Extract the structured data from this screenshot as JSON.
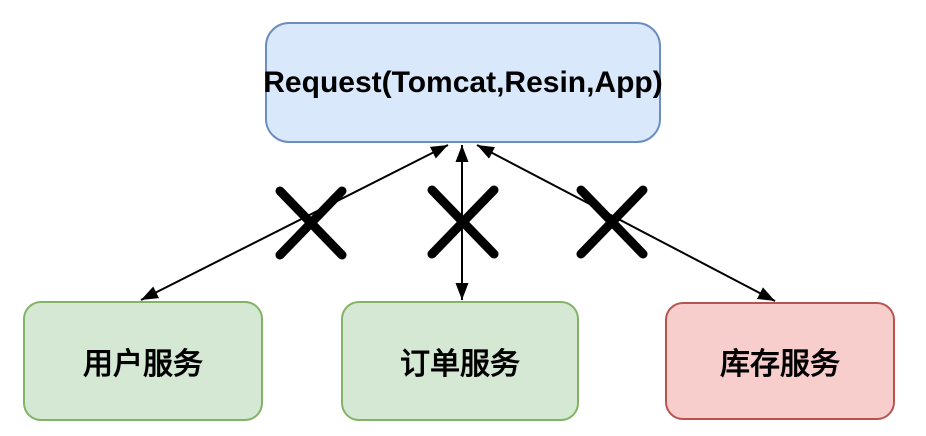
{
  "diagram": {
    "title": "",
    "background_color": "#ffffff",
    "edge_color": "#000000",
    "x_mark_color": "#000000",
    "text_color": "#000000",
    "nodes": [
      {
        "id": "request",
        "label": "Request(Tomcat,Resin,App)",
        "fill": "#dae8fc",
        "stroke": "#6c8ebf",
        "shape": "rounded-rectangle"
      },
      {
        "id": "user-service",
        "label": "用户服务",
        "fill": "#d5e8d4",
        "stroke": "#82b366",
        "shape": "rounded-rectangle"
      },
      {
        "id": "order-service",
        "label": "订单服务",
        "fill": "#d5e8d4",
        "stroke": "#82b366",
        "shape": "rounded-rectangle"
      },
      {
        "id": "inventory-service",
        "label": "库存服务",
        "fill": "#f8cecc",
        "stroke": "#b85450",
        "shape": "rounded-rectangle"
      }
    ],
    "edges": [
      {
        "from": "request",
        "to": "user-service",
        "direction": "bidirectional",
        "crossed_out": true
      },
      {
        "from": "request",
        "to": "order-service",
        "direction": "bidirectional",
        "crossed_out": true
      },
      {
        "from": "request",
        "to": "inventory-service",
        "direction": "bidirectional",
        "crossed_out": true
      }
    ]
  }
}
